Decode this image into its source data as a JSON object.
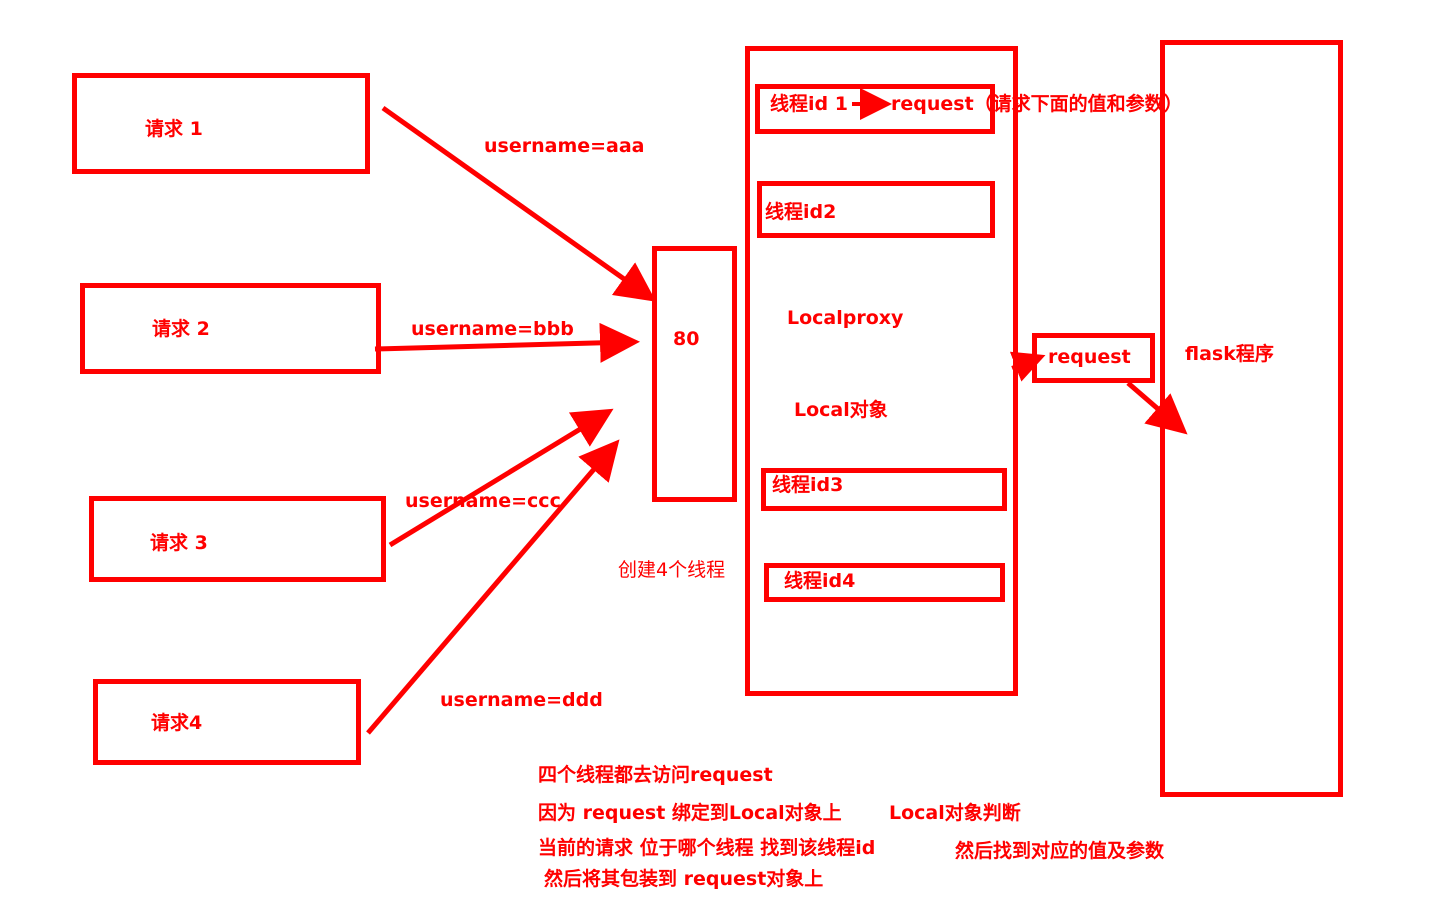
{
  "diagram": {
    "color": "#ff0000",
    "requests": [
      {
        "label": "请求 1",
        "param": "username=aaa"
      },
      {
        "label": "请求 2",
        "param": "username=bbb"
      },
      {
        "label": "请求 3",
        "param": "username=ccc"
      },
      {
        "label": "请求4",
        "param": "username=ddd"
      }
    ],
    "port": "80",
    "create_threads_note": "创建4个线程",
    "threads": [
      {
        "label": "线程id 1"
      },
      {
        "label": "线程id2"
      },
      {
        "label": "线程id3"
      },
      {
        "label": "线程id4"
      }
    ],
    "thread1_request": "request（请求下面的值和参数）",
    "localproxy": "Localproxy",
    "local_object": "Local对象",
    "request_box": "request",
    "flask_app": "flask程序",
    "notes": [
      "四个线程都去访问request",
      "因为 request 绑定到Local对象上",
      "Local对象判断",
      "当前的请求 位于哪个线程  找到该线程id",
      "然后找到对应的值及参数",
      "然后将其包装到  request对象上"
    ]
  }
}
